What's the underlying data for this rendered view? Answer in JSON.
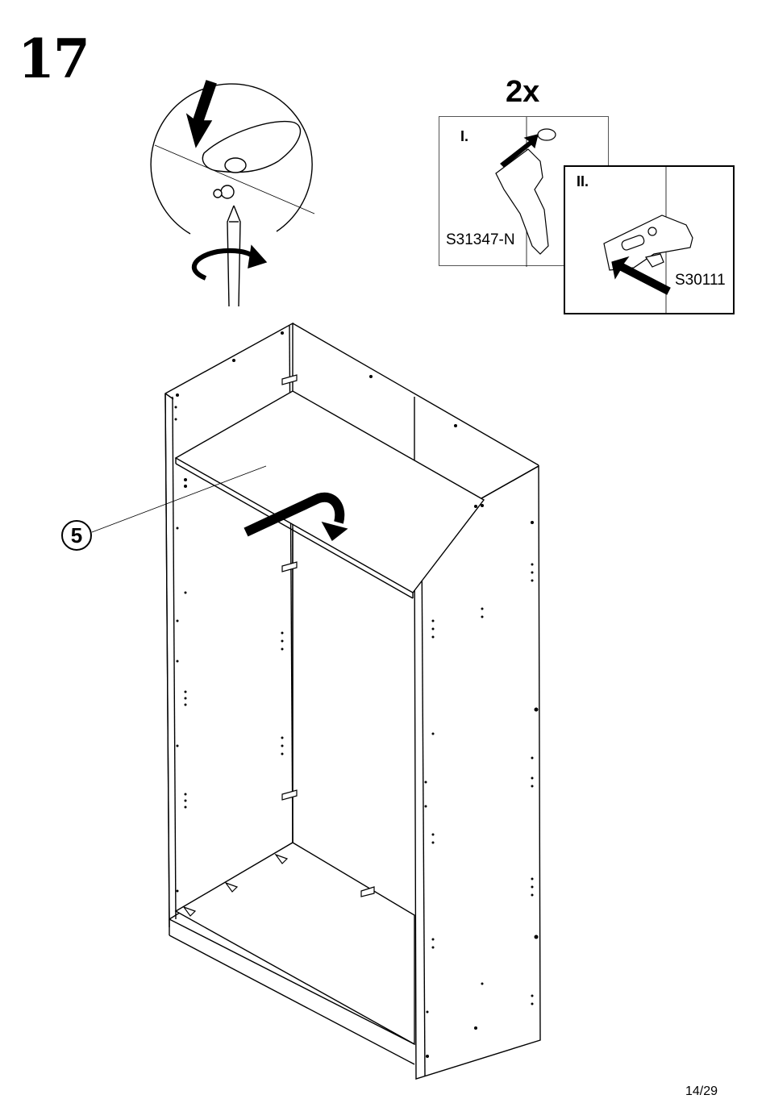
{
  "step": {
    "number": "17"
  },
  "quantity": "2x",
  "panels": {
    "first": {
      "label": "I.",
      "part_code": "S31347-N"
    },
    "second": {
      "label": "II.",
      "part_code": "S30111"
    }
  },
  "callout": {
    "part_number": "5"
  },
  "footer": {
    "page": "14/29"
  }
}
